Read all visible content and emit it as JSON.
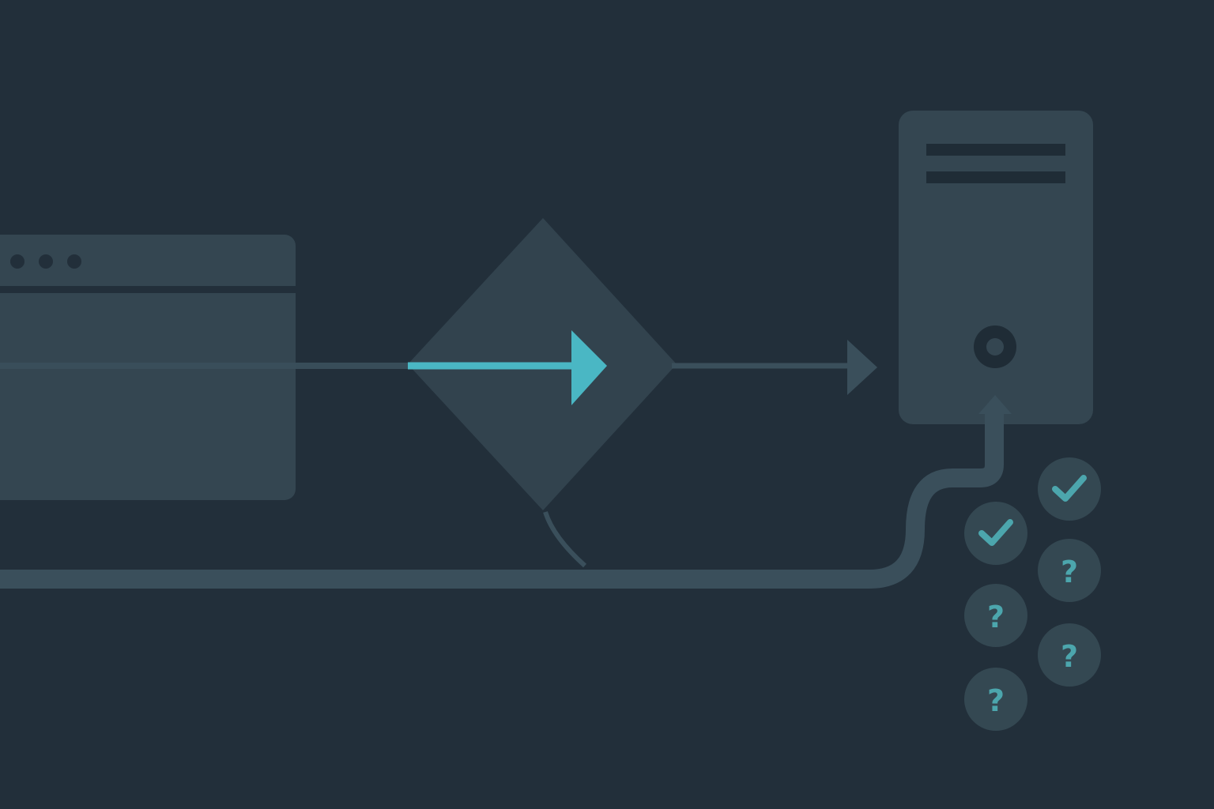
{
  "colors": {
    "background": "#222f3a",
    "panel": "#344651",
    "panel_dark": "#1f2c36",
    "accent": "#4ab7c4",
    "connector": "#3a4f5b",
    "status_circle": "#344852",
    "status_mark": "#4ca6ad"
  },
  "icons": {
    "browser": "browser-window-icon",
    "gateway": "diamond-decision-icon",
    "server": "server-tower-icon",
    "check": "checkmark-icon",
    "unknown": "question-mark-icon"
  },
  "status_items": [
    {
      "status": "check"
    },
    {
      "status": "check"
    },
    {
      "status": "unknown"
    },
    {
      "status": "unknown"
    },
    {
      "status": "unknown"
    },
    {
      "status": "unknown"
    }
  ]
}
